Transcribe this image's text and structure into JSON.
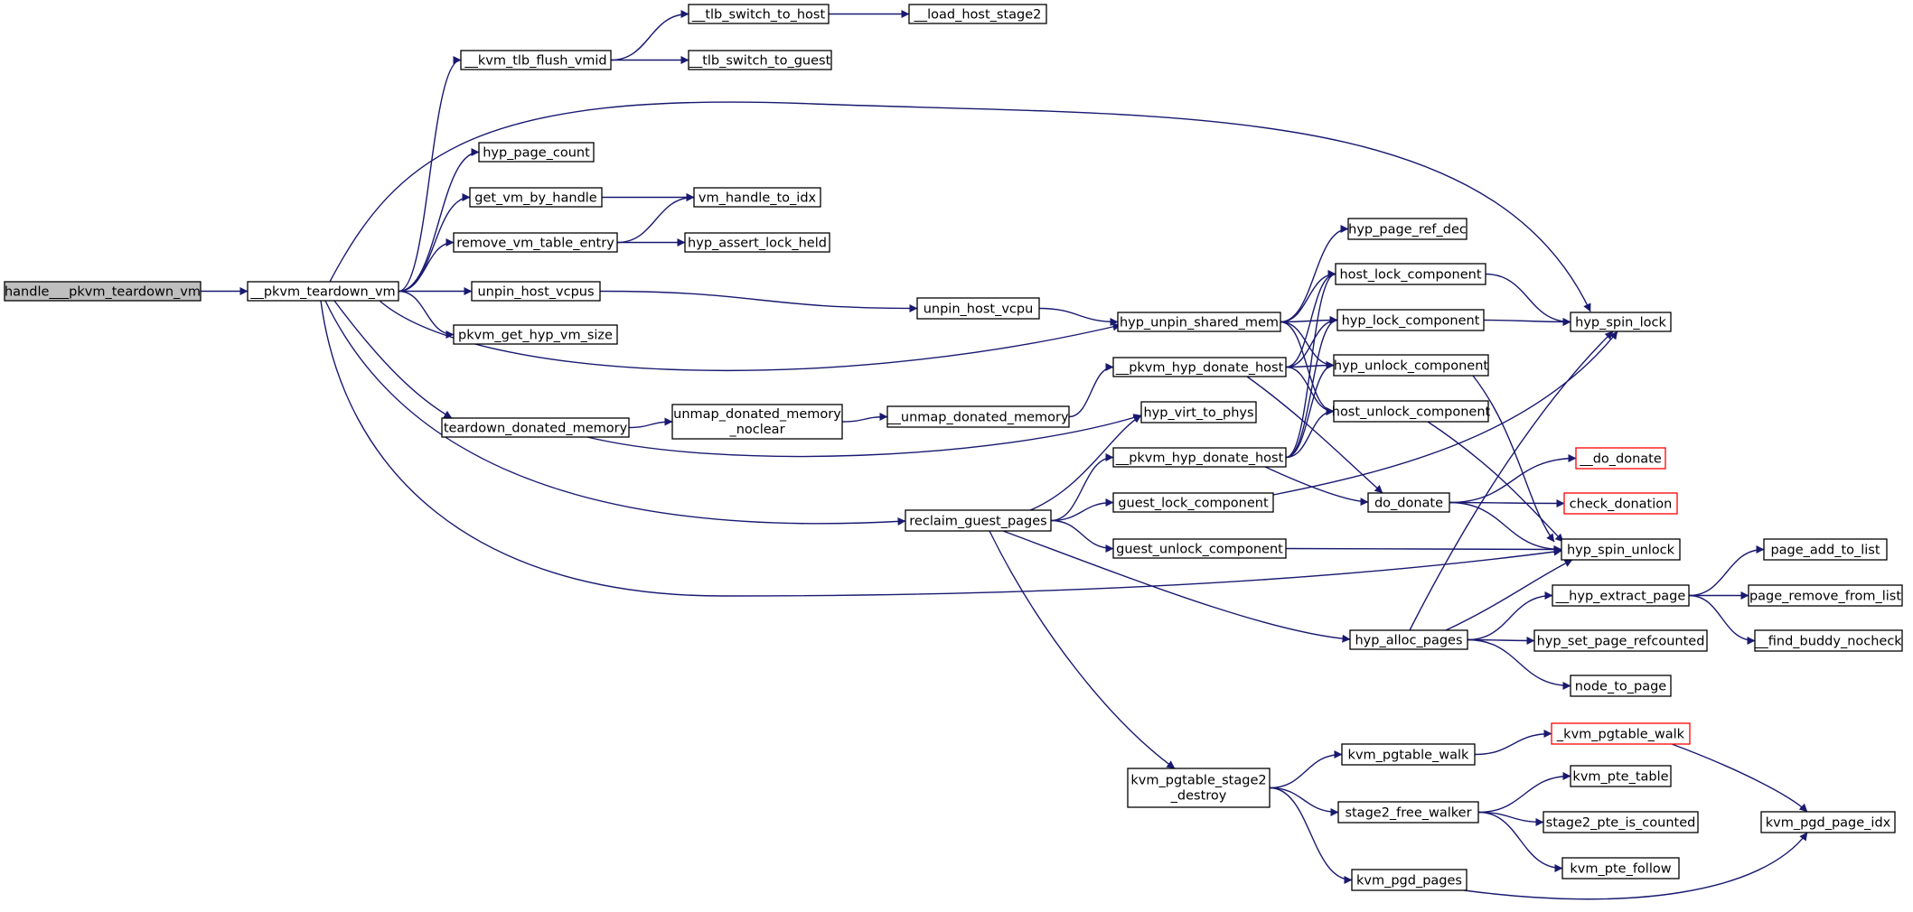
{
  "nodes": [
    {
      "id": "n0",
      "label": "handle___pkvm_teardown_vm",
      "style": "root"
    },
    {
      "id": "n1",
      "label": "__pkvm_teardown_vm"
    },
    {
      "id": "n2",
      "label": "__kvm_tlb_flush_vmid"
    },
    {
      "id": "n3",
      "label": "__tlb_switch_to_host"
    },
    {
      "id": "n4",
      "label": "__load_host_stage2"
    },
    {
      "id": "n5",
      "label": "__tlb_switch_to_guest"
    },
    {
      "id": "n6",
      "label": "hyp_page_count"
    },
    {
      "id": "n7",
      "label": "get_vm_by_handle"
    },
    {
      "id": "n8",
      "label": "vm_handle_to_idx"
    },
    {
      "id": "n9",
      "label": "remove_vm_table_entry"
    },
    {
      "id": "n10",
      "label": "hyp_assert_lock_held"
    },
    {
      "id": "n11",
      "label": "unpin_host_vcpus"
    },
    {
      "id": "n12",
      "label": "unpin_host_vcpu"
    },
    {
      "id": "n13",
      "label": "pkvm_get_hyp_vm_size"
    },
    {
      "id": "n14",
      "label": "hyp_unpin_shared_mem"
    },
    {
      "id": "n15",
      "label": "hyp_page_ref_dec"
    },
    {
      "id": "n16",
      "label": "host_lock_component"
    },
    {
      "id": "n17",
      "label": "hyp_lock_component"
    },
    {
      "id": "n18",
      "label": "hyp_spin_lock"
    },
    {
      "id": "n19",
      "label": "__pkvm_hyp_donate_host"
    },
    {
      "id": "n20",
      "label": "hyp_unlock_component"
    },
    {
      "id": "n21",
      "label": "teardown_donated_memory"
    },
    {
      "id": "n22",
      "label": "unmap_donated_memory",
      "label2": "_noclear"
    },
    {
      "id": "n23",
      "label": "__unmap_donated_memory"
    },
    {
      "id": "n24",
      "label": "hyp_virt_to_phys"
    },
    {
      "id": "n25",
      "label": "host_unlock_component"
    },
    {
      "id": "n26",
      "label": "__pkvm_hyp_donate_host"
    },
    {
      "id": "n27",
      "label": "__do_donate",
      "style": "red"
    },
    {
      "id": "n28",
      "label": "reclaim_guest_pages"
    },
    {
      "id": "n29",
      "label": "guest_lock_component"
    },
    {
      "id": "n30",
      "label": "do_donate"
    },
    {
      "id": "n31",
      "label": "check_donation",
      "style": "red"
    },
    {
      "id": "n32",
      "label": "guest_unlock_component"
    },
    {
      "id": "n33",
      "label": "hyp_spin_unlock"
    },
    {
      "id": "n34",
      "label": "page_add_to_list"
    },
    {
      "id": "n35",
      "label": "__hyp_extract_page"
    },
    {
      "id": "n36",
      "label": "page_remove_from_list"
    },
    {
      "id": "n37",
      "label": "hyp_alloc_pages"
    },
    {
      "id": "n38",
      "label": "hyp_set_page_refcounted"
    },
    {
      "id": "n39",
      "label": "__find_buddy_nocheck"
    },
    {
      "id": "n40",
      "label": "node_to_page"
    },
    {
      "id": "n41",
      "label": "_kvm_pgtable_walk",
      "style": "red"
    },
    {
      "id": "n42",
      "label": "kvm_pgtable_walk"
    },
    {
      "id": "n43",
      "label": "kvm_pte_table"
    },
    {
      "id": "n44",
      "label": "kvm_pgtable_stage2",
      "label2": "_destroy"
    },
    {
      "id": "n45",
      "label": "stage2_free_walker"
    },
    {
      "id": "n46",
      "label": "stage2_pte_is_counted"
    },
    {
      "id": "n47",
      "label": "kvm_pgd_page_idx"
    },
    {
      "id": "n48",
      "label": "kvm_pte_follow"
    },
    {
      "id": "n49",
      "label": "kvm_pgd_pages"
    }
  ],
  "edges": [
    [
      "n0",
      "n1"
    ],
    [
      "n1",
      "n2"
    ],
    [
      "n2",
      "n3"
    ],
    [
      "n3",
      "n4"
    ],
    [
      "n2",
      "n5"
    ],
    [
      "n1",
      "n18"
    ],
    [
      "n1",
      "n6"
    ],
    [
      "n1",
      "n7"
    ],
    [
      "n7",
      "n8"
    ],
    [
      "n1",
      "n9"
    ],
    [
      "n9",
      "n8"
    ],
    [
      "n9",
      "n10"
    ],
    [
      "n1",
      "n11"
    ],
    [
      "n11",
      "n12"
    ],
    [
      "n12",
      "n14"
    ],
    [
      "n1",
      "n13"
    ],
    [
      "n1",
      "n14"
    ],
    [
      "n14",
      "n15"
    ],
    [
      "n14",
      "n16"
    ],
    [
      "n14",
      "n17"
    ],
    [
      "n14",
      "n20"
    ],
    [
      "n14",
      "n25"
    ],
    [
      "n16",
      "n18"
    ],
    [
      "n17",
      "n18"
    ],
    [
      "n19",
      "n16"
    ],
    [
      "n19",
      "n17"
    ],
    [
      "n19",
      "n20"
    ],
    [
      "n19",
      "n25"
    ],
    [
      "n19",
      "n30"
    ],
    [
      "n1",
      "n21"
    ],
    [
      "n21",
      "n22"
    ],
    [
      "n22",
      "n23"
    ],
    [
      "n23",
      "n19"
    ],
    [
      "n21",
      "n24"
    ],
    [
      "n26",
      "n16"
    ],
    [
      "n26",
      "n17"
    ],
    [
      "n26",
      "n20"
    ],
    [
      "n26",
      "n25"
    ],
    [
      "n26",
      "n30"
    ],
    [
      "n20",
      "n33"
    ],
    [
      "n25",
      "n33"
    ],
    [
      "n30",
      "n27"
    ],
    [
      "n30",
      "n31"
    ],
    [
      "n30",
      "n33"
    ],
    [
      "n1",
      "n28"
    ],
    [
      "n28",
      "n24"
    ],
    [
      "n28",
      "n26"
    ],
    [
      "n28",
      "n29"
    ],
    [
      "n28",
      "n32"
    ],
    [
      "n28",
      "n37"
    ],
    [
      "n28",
      "n44"
    ],
    [
      "n29",
      "n18"
    ],
    [
      "n32",
      "n33"
    ],
    [
      "n1",
      "n33"
    ],
    [
      "n37",
      "n18"
    ],
    [
      "n37",
      "n33"
    ],
    [
      "n37",
      "n35"
    ],
    [
      "n37",
      "n38"
    ],
    [
      "n37",
      "n40"
    ],
    [
      "n35",
      "n34"
    ],
    [
      "n35",
      "n36"
    ],
    [
      "n35",
      "n39"
    ],
    [
      "n44",
      "n42"
    ],
    [
      "n44",
      "n45"
    ],
    [
      "n44",
      "n49"
    ],
    [
      "n42",
      "n41"
    ],
    [
      "n41",
      "n47"
    ],
    [
      "n45",
      "n43"
    ],
    [
      "n45",
      "n46"
    ],
    [
      "n45",
      "n48"
    ],
    [
      "n49",
      "n47"
    ]
  ]
}
